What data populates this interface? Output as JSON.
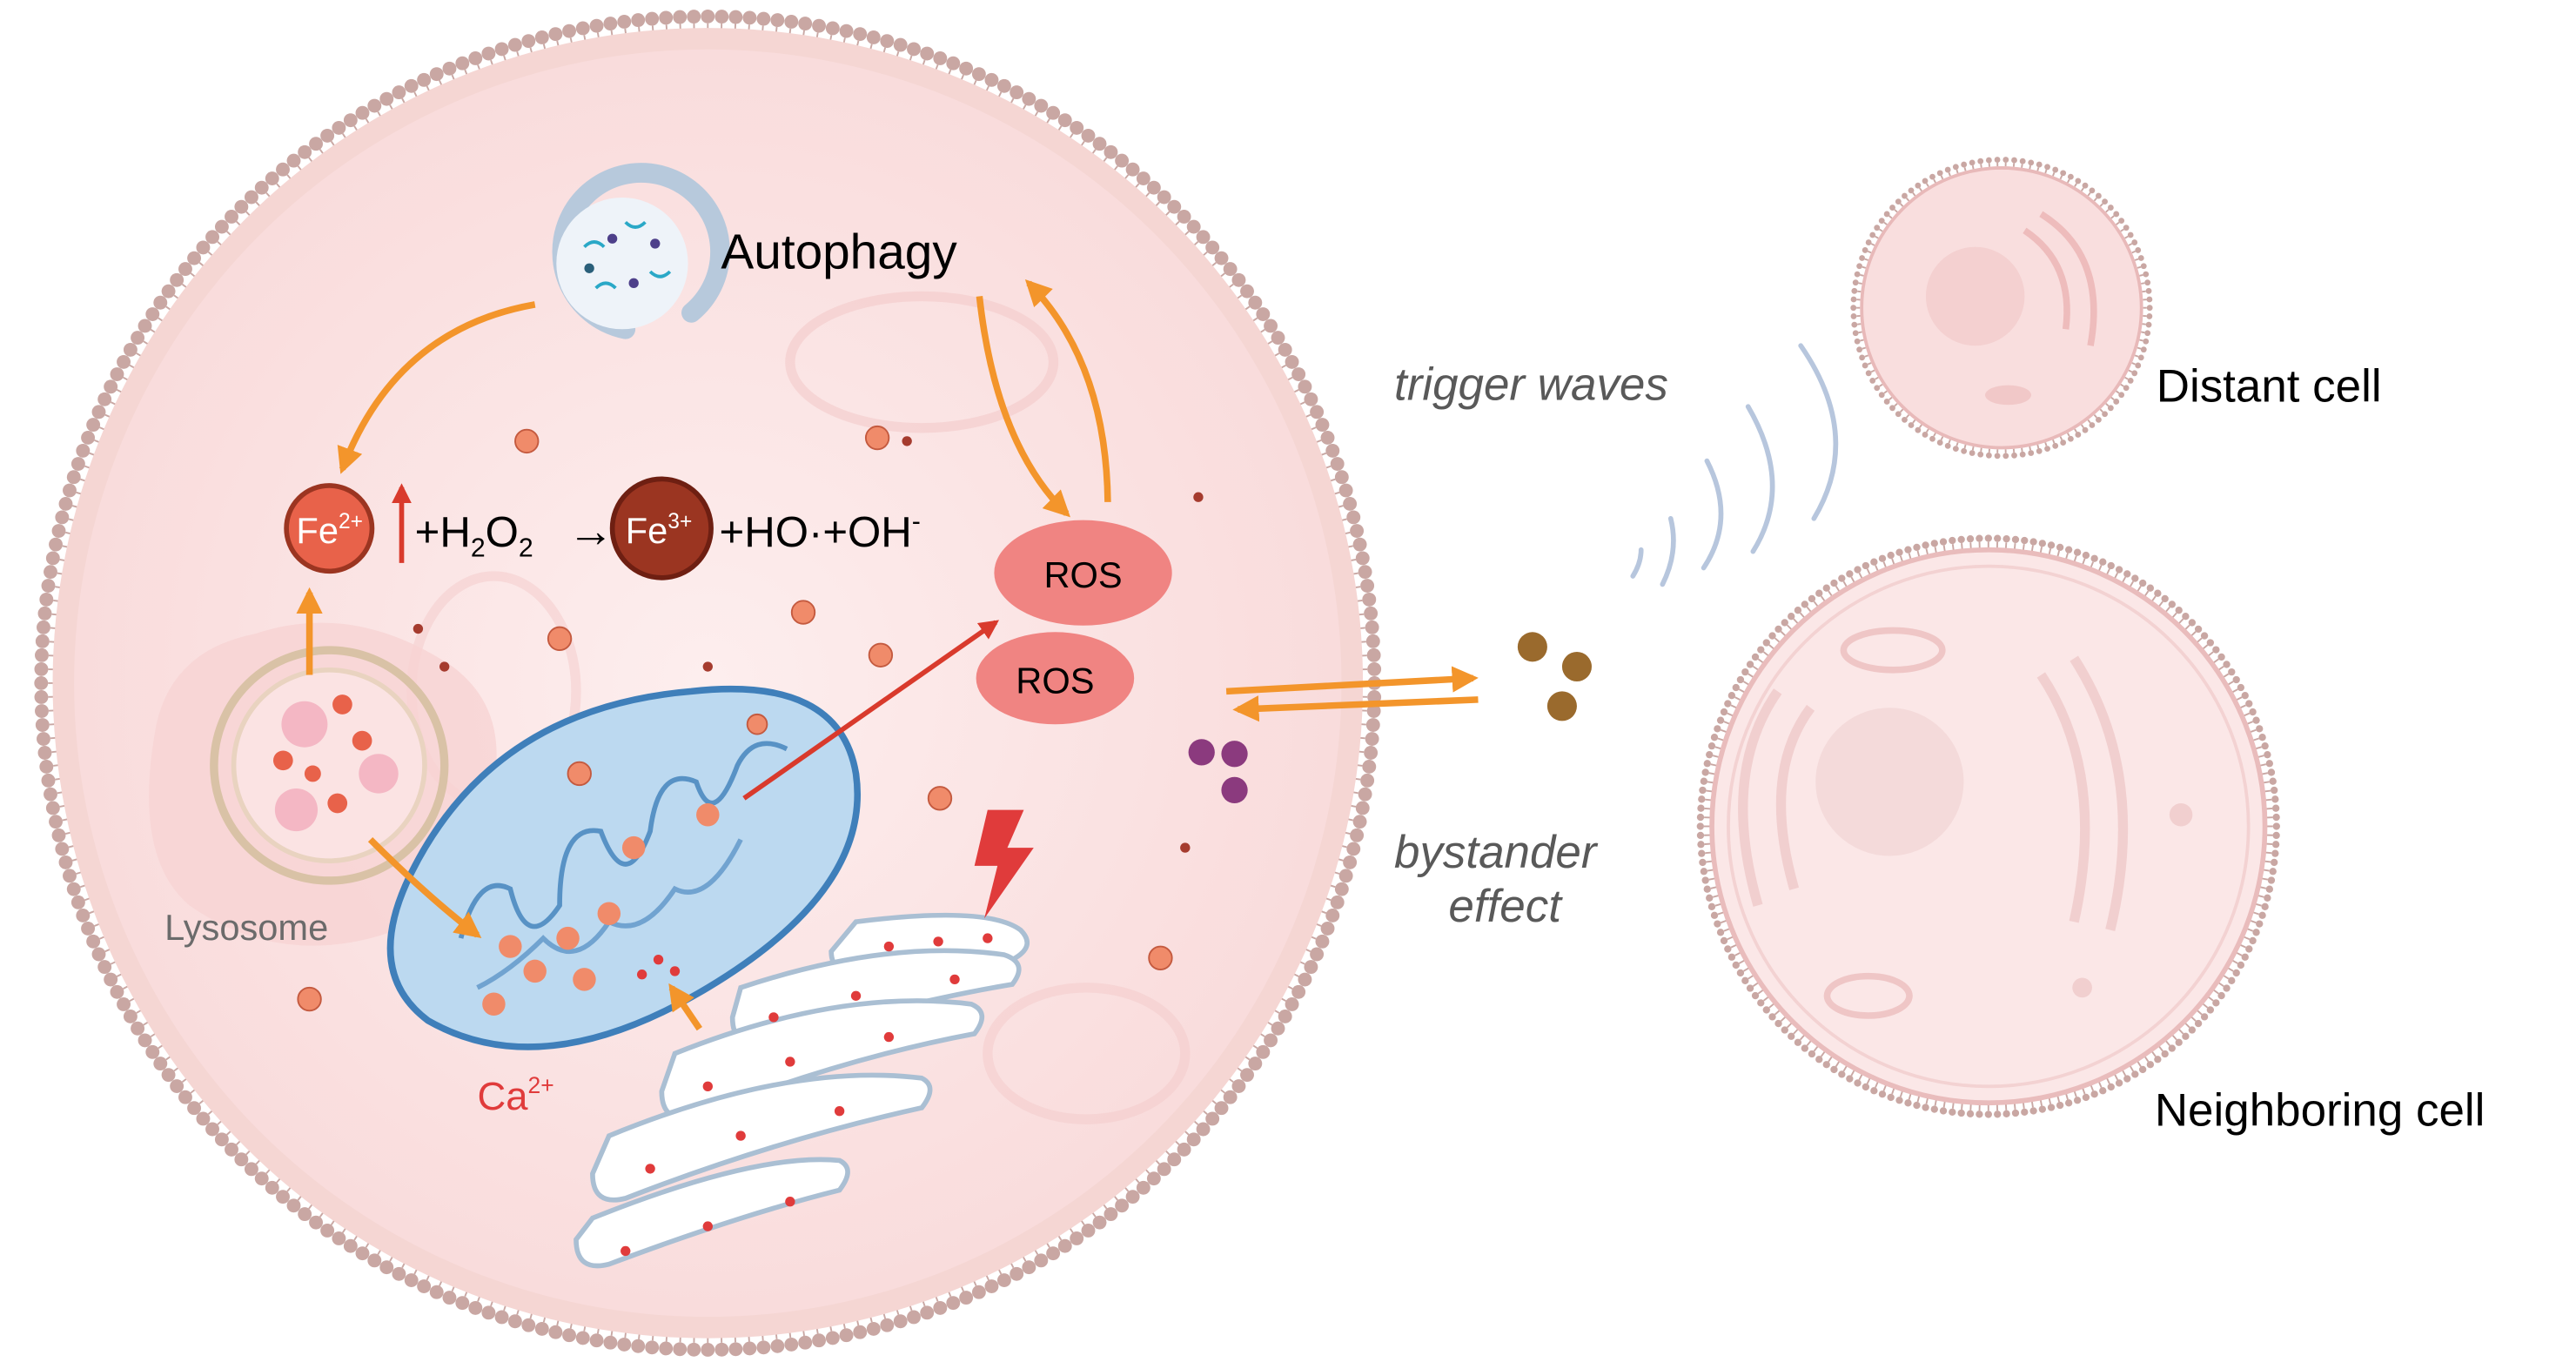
{
  "labels": {
    "autophagy": "Autophagy",
    "fe2": "Fe",
    "fe2_sup": "2+",
    "fe3": "Fe",
    "fe3_sup": "3+",
    "h2o2_plus": "+H",
    "h2o2_sub1": "2",
    "h2o2_o": "O",
    "h2o2_sub2": "2",
    "reaction_arrow": "→",
    "products": "+HO·+OH",
    "products_sup": "-",
    "ros_1": "ROS",
    "ros_2": "ROS",
    "lysosome": "Lysosome",
    "ca": "Ca",
    "ca_sup": "2+",
    "trigger_waves": "trigger waves",
    "bystander_line1": "bystander",
    "bystander_line2": "effect",
    "distant_cell": "Distant cell",
    "neighboring_cell": "Neighboring cell"
  },
  "colors": {
    "cell_fill": "#fbe3e3",
    "membrane_dots": "#c9a7a3",
    "fe2": "#e8624a",
    "fe3": "#9b3521",
    "ros": "#f08482",
    "orange_arrow": "#f3952b",
    "red_arrow": "#d93a2c",
    "mitochondrion": "#bcd9f0",
    "mitochondrion_edge": "#3f7fba",
    "er": "#ffffff",
    "er_edge": "#aabfd3",
    "iron_particle": "#f08b6a",
    "brown_particle": "#9a6a2d",
    "purple_particle": "#8b3a7e"
  }
}
